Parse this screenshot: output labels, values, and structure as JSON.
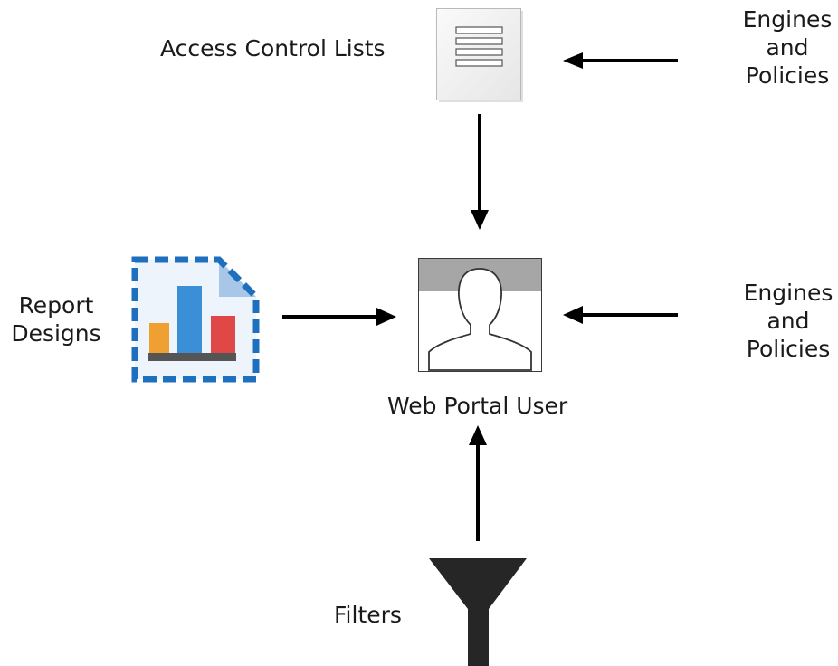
{
  "diagram": {
    "access_control_lists": "Access Control Lists",
    "engines_top": [
      "Engines",
      "and",
      "Policies"
    ],
    "engines_right": [
      "Engines",
      "and",
      "Policies"
    ],
    "report_designs": [
      "Report",
      "Designs"
    ],
    "web_portal_user": "Web Portal User",
    "filters": "Filters"
  },
  "icons": {
    "document": "document-icon",
    "report": "bar-chart-report-icon",
    "user": "user-avatar-icon",
    "filter": "funnel-icon"
  },
  "colors": {
    "arrow": "#000000",
    "report_border": "#1f6fbf",
    "bar_orange": "#f0a030",
    "bar_blue": "#3a8fd6",
    "bar_red": "#e04848",
    "funnel": "#262626"
  }
}
